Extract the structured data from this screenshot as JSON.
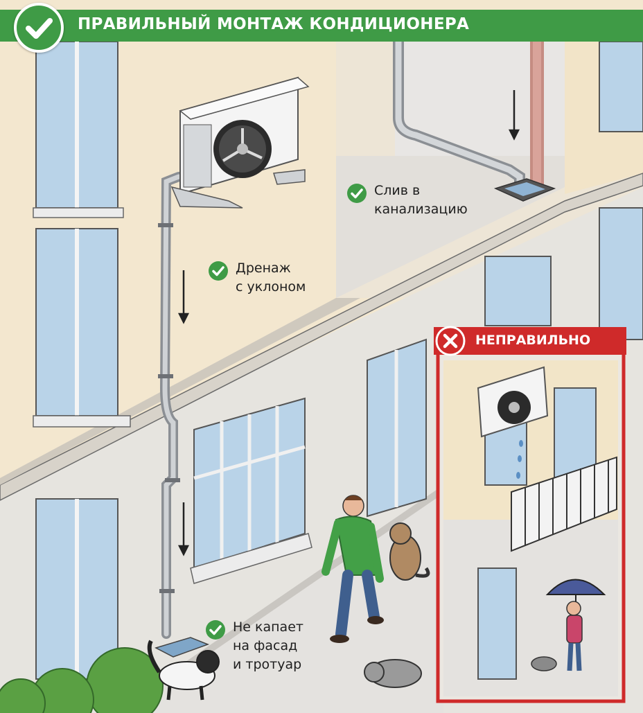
{
  "header": {
    "title": "ПРАВИЛЬНЫЙ МОНТАЖ КОНДИЦИОНЕРА"
  },
  "labels": {
    "sewer": "Слив в\nканализацию",
    "drainage": "Дренаж\nс уклоном",
    "no_drip": "Не капает\nна фасад\nи тротуар"
  },
  "wrong": {
    "title": "НЕПРАВИЛЬНО"
  },
  "colors": {
    "correct_green": "#3f9b46",
    "wrong_red": "#cf2a2a",
    "facade_beige": "#f3e7cf",
    "facade_grey": "#e6e4df"
  },
  "icons": [
    "check-icon",
    "cross-icon",
    "fan-icon",
    "arrow-down-icon",
    "umbrella-icon",
    "cat-icon"
  ]
}
